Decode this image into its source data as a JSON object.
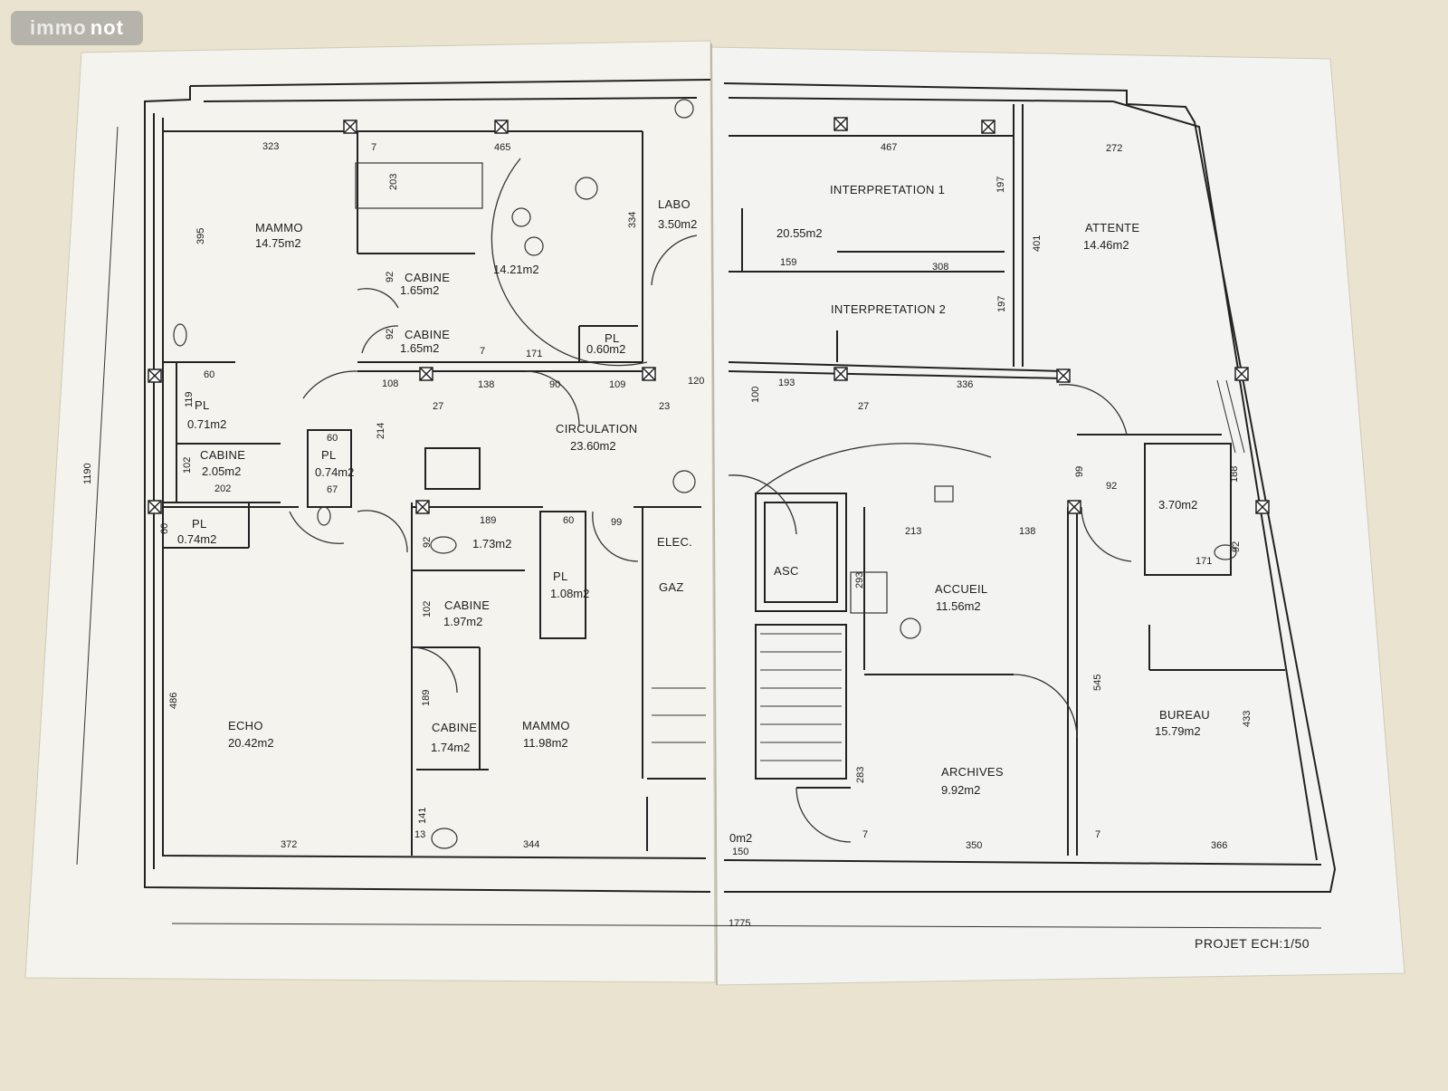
{
  "watermark": {
    "part1": "immo",
    "part2": "not"
  },
  "title_block": "PROJET  ECH:1/50",
  "overall_dims": {
    "height": "1190",
    "width": "1775"
  },
  "rooms": {
    "mammo1": {
      "name": "MAMMO",
      "area": "14.75m2"
    },
    "room1421": {
      "area": "14.21m2"
    },
    "cabine1": {
      "name": "CABINE",
      "area": "1.65m2"
    },
    "cabine2": {
      "name": "CABINE",
      "area": "1.65m2"
    },
    "pl060": {
      "name": "PL",
      "area": "0.60m2"
    },
    "labo": {
      "name": "LABO",
      "area": "3.50m2"
    },
    "pl071": {
      "name": "PL",
      "area": "0.71m2"
    },
    "cabine205": {
      "name": "CABINE",
      "area": "2.05m2"
    },
    "pl074a": {
      "name": "PL",
      "area": "0.74m2"
    },
    "pl074b": {
      "name": "PL",
      "area": "0.74m2"
    },
    "circulation": {
      "name": "CIRCULATION",
      "area": "23.60m2"
    },
    "room173": {
      "area": "1.73m2"
    },
    "pl108": {
      "name": "PL",
      "area": "1.08m2"
    },
    "cabine197": {
      "name": "CABINE",
      "area": "1.97m2"
    },
    "cabine174": {
      "name": "CABINE",
      "area": "1.74m2"
    },
    "echo": {
      "name": "ECHO",
      "area": "20.42m2"
    },
    "mammo2": {
      "name": "MAMMO",
      "area": "11.98m2"
    },
    "elec": {
      "name": "ELEC."
    },
    "gaz": {
      "name": "GAZ"
    },
    "interp1": {
      "name": "INTERPRETATION  1"
    },
    "interp_area": {
      "area": "20.55m2"
    },
    "interp2": {
      "name": "INTERPRETATION  2"
    },
    "attente": {
      "name": "ATTENTE",
      "area": "14.46m2"
    },
    "asc": {
      "name": "ASC"
    },
    "accueil": {
      "name": "ACCUEIL",
      "area": "11.56m2"
    },
    "room370": {
      "area": "3.70m2"
    },
    "archives": {
      "name": "ARCHIVES",
      "area": "9.92m2"
    },
    "bureau": {
      "name": "BUREAU",
      "area": "15.79m2"
    },
    "partial": {
      "area": "0m2"
    }
  },
  "dims": [
    "323",
    "465",
    "395",
    "203",
    "334",
    "92",
    "92",
    "7",
    "7",
    "171",
    "60",
    "119",
    "108",
    "27",
    "138",
    "90",
    "109",
    "23",
    "120",
    "214",
    "60",
    "102",
    "202",
    "67",
    "60",
    "189",
    "60",
    "99",
    "92",
    "102",
    "189",
    "486",
    "141",
    "13",
    "372",
    "344",
    "467",
    "272",
    "197",
    "401",
    "197",
    "159",
    "308",
    "193",
    "336",
    "27",
    "100",
    "99",
    "92",
    "213",
    "138",
    "293",
    "171",
    "188",
    "92",
    "545",
    "433",
    "283",
    "7",
    "350",
    "7",
    "366",
    "150"
  ]
}
